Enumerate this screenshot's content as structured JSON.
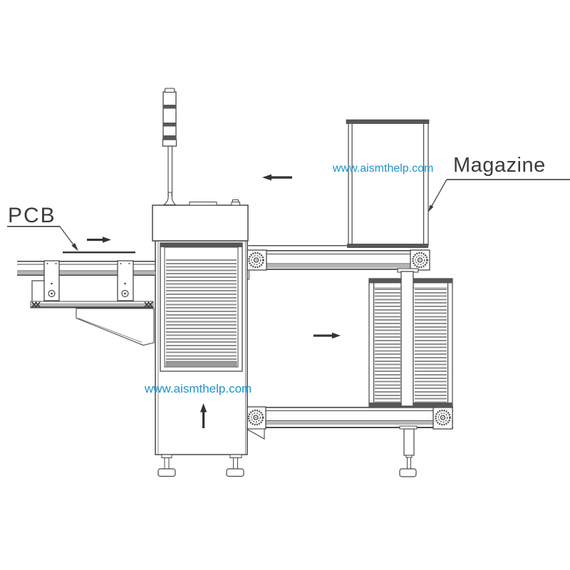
{
  "labels": {
    "pcb": "PCB",
    "magazine": "Magazine"
  },
  "watermarks": {
    "top": "www.aismthelp.com",
    "bottom": "www.aismthelp.com",
    "color": "#2193c9"
  },
  "colors": {
    "background": "#ffffff",
    "line": "#474747",
    "dark_fill": "#575757",
    "rail_band": "#b5b5b5",
    "louver_stripe": "#8f8f8f",
    "arrow": "#333333",
    "label_text": "#3b3b3b",
    "watermark": "#2193c9"
  },
  "flow_arrows": [
    {
      "name": "magazine-infeed",
      "direction": "left"
    },
    {
      "name": "pcb-feed",
      "direction": "right"
    },
    {
      "name": "magazine-transfer",
      "direction": "right"
    },
    {
      "name": "lift",
      "direction": "up"
    }
  ]
}
